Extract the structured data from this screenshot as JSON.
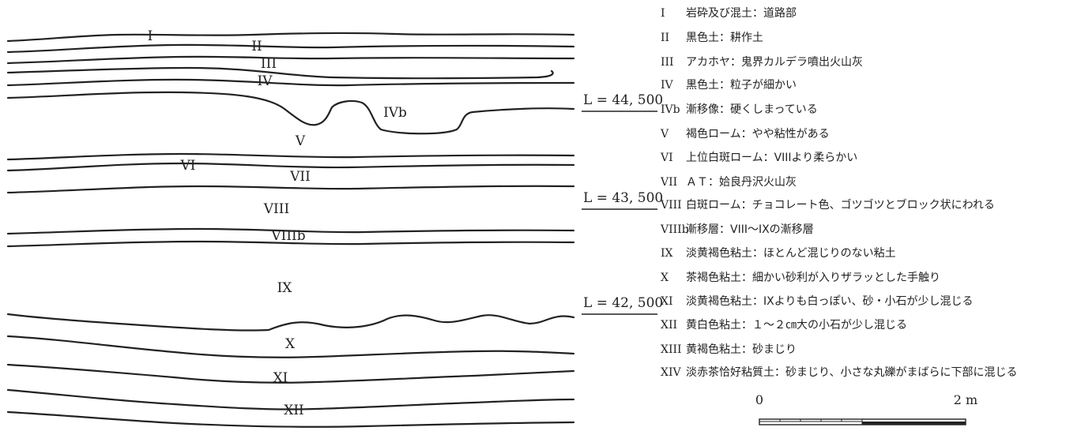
{
  "layer_labels": [
    "I",
    "II",
    "III",
    "IV",
    "IVb",
    "V",
    "VI",
    "VII",
    "VIII",
    "VIIIb",
    "IX",
    "X",
    "XI",
    "XII"
  ],
  "elevations": [
    "L = 44, 500",
    "L = 43, 500",
    "L = 42, 500"
  ],
  "legend": [
    {
      "num": "I",
      "text": "岩砕及び混土：道路部"
    },
    {
      "num": "II",
      "text": "黒色土：耕作土"
    },
    {
      "num": "III",
      "text": "アカホヤ：鬼界カルデラ噴出火山灰"
    },
    {
      "num": "IV",
      "text": "黒色土：粒子が細かい"
    },
    {
      "num": "IVb",
      "text": "漸移像：硬くしまっている"
    },
    {
      "num": "V",
      "text": "褐色ローム：やや粘性がある"
    },
    {
      "num": "VI",
      "text": "上位白斑ローム：VIIIより柔らかい"
    },
    {
      "num": "VII",
      "text": "ＡＴ：姶良丹沢火山灰"
    },
    {
      "num": "VIII",
      "text": "白斑ローム：チョコレート色、ゴツゴツとブロック状にわれる"
    },
    {
      "num": "VIIIb",
      "text": "漸移層：VIII〜IXの漸移層"
    },
    {
      "num": "IX",
      "text": "淡黄褐色粘土：ほとんど混じりのない粘土"
    },
    {
      "num": "X",
      "text": "茶褐色粘土：細かい砂利が入りザラッとした手触り"
    },
    {
      "num": "XI",
      "text": "淡黄褐色粘土：IXよりも白っぽい、砂・小石が少し混じる"
    },
    {
      "num": "XII",
      "text": "黄白色粘土：１〜２㎝大の小石が少し混じる"
    },
    {
      "num": "XIII",
      "text": "黄褐色粘土：砂まじり"
    },
    {
      "num": "XIV",
      "text": "淡赤茶恰好粘質土：砂まじり、小さな丸礫がまばらに下部に混じる"
    }
  ],
  "scale": {
    "start": "0",
    "end": "2 m"
  }
}
